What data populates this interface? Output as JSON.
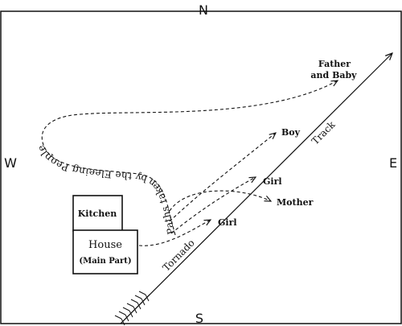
{
  "compass": {
    "north": "N",
    "south": "S",
    "east": "E",
    "west": "W"
  },
  "buildings": {
    "kitchen": "Kitchen",
    "house": "House",
    "house_sub": "(Main Part)"
  },
  "labels": {
    "father_line1": "Father",
    "father_line2": "and Baby",
    "boy": "Boy",
    "girl_upper": "Girl",
    "girl_lower": "Girl",
    "mother": "Mother",
    "track_word": "Track",
    "tornado_word": "Tornado",
    "paths_caption": "Paths taken by the Fleeing People"
  }
}
